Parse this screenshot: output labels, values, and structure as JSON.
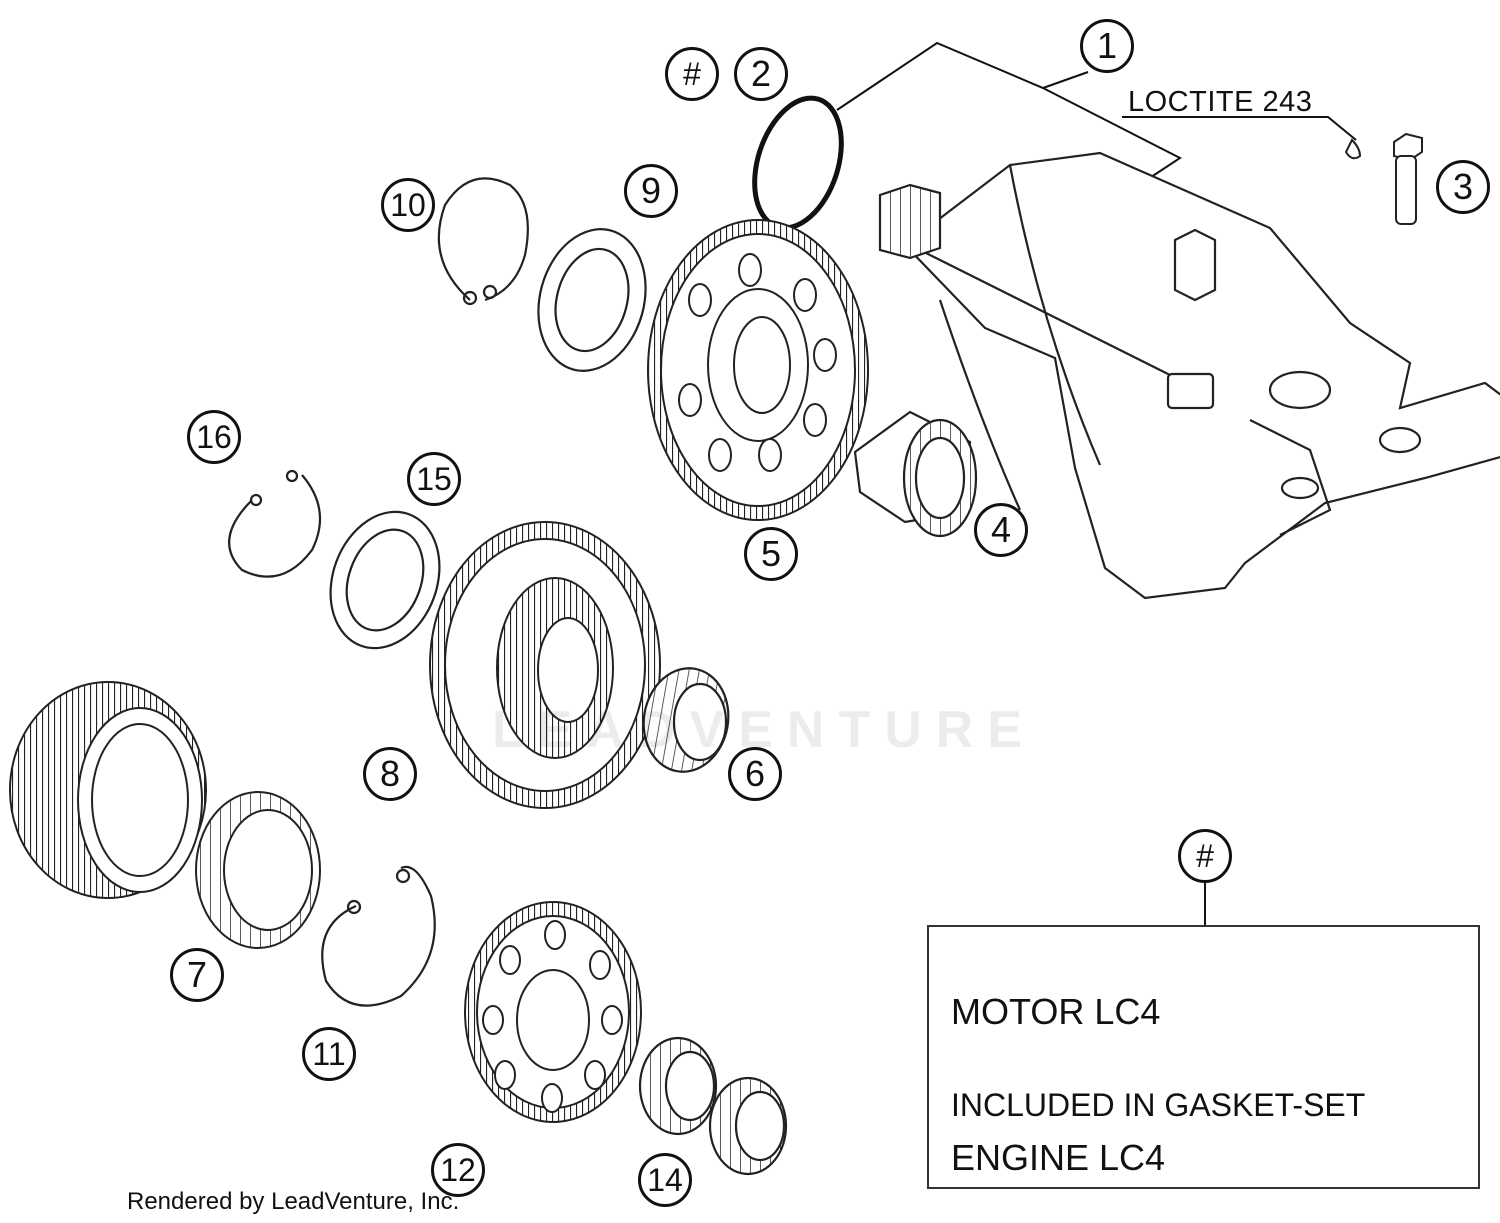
{
  "callouts": [
    "1",
    "2",
    "3",
    "4",
    "5",
    "6",
    "7",
    "8",
    "9",
    "10",
    "11",
    "12",
    "14",
    "15",
    "16",
    "#"
  ],
  "loctite_label": "LOCTITE 243",
  "note": {
    "marker": "#",
    "line1": "MOTOR LC4",
    "line2": "INCLUDED IN GASKET-SET",
    "line3": "ENGINE LC4"
  },
  "credit": "Rendered by LeadVenture, Inc.",
  "watermark": "LEADVENTURE",
  "colors": {
    "ink": "#111111",
    "paper": "#ffffff"
  }
}
